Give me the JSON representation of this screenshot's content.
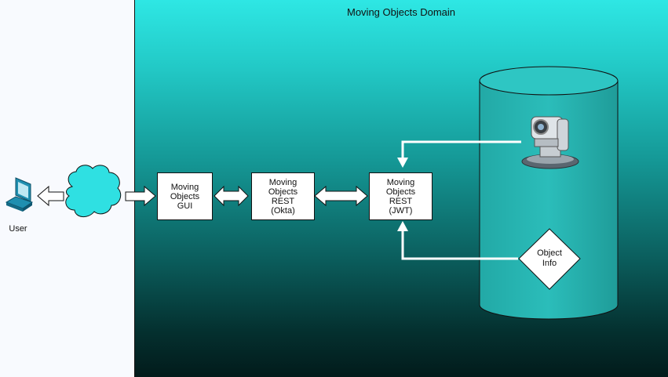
{
  "diagram": {
    "domain_title": "Moving Objects Domain",
    "user_label": "User",
    "nodes": {
      "gui": "Moving\nObjects\nGUI",
      "rest_okta": "Moving\nObjects\nREST\n(Okta)",
      "rest_jwt": "Moving\nObjects\nREST\n(JWT)",
      "object_info": "Object\nInfo"
    },
    "icons": {
      "user": "laptop-icon",
      "network": "cloud-icon",
      "camera": "camera-icon",
      "store": "database-cylinder"
    },
    "colors": {
      "domain_top": "#2ee7e4",
      "domain_bottom": "#021b1b",
      "cylinder": "#2bb9b6",
      "arrow": "#ffffff"
    }
  }
}
